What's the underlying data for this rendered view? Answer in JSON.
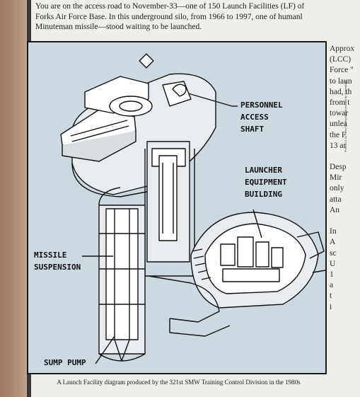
{
  "intro_lines": [
    "You are on the access road to November-33—one of 150 Launch Facilities (LF) of",
    "Forks Air Force Base.  In this underground silo, from 1966 to 1997, one of humanl",
    "Minuteman missile—stood waiting to be launched."
  ],
  "labels": {
    "personnel": [
      "PERSONNEL",
      "ACCESS",
      "SHAFT"
    ],
    "launcher": [
      "LAUNCHER",
      "EQUIPMENT",
      "BUILDING"
    ],
    "missile": [
      "MISSILE",
      "SUSPENSION"
    ],
    "sump": "SUMP PUMP"
  },
  "credit_text": "Photo: U.S. Air Force Training Manual provided by ScienceDigit",
  "caption": "A Launch Facility diagram produced by the 321st SMW Training Control Division in the 1980s",
  "side_column": [
    "Approx",
    "(LCC)",
    "Force \"",
    "to laun",
    "had, th",
    "from t",
    "towar",
    "unlea",
    "the F",
    "13 ar",
    "",
    "Desp",
    "Mir",
    "only",
    "atta",
    "An",
    "",
    "In",
    "A",
    "sc",
    "U",
    "1",
    "a",
    "t",
    "i"
  ]
}
